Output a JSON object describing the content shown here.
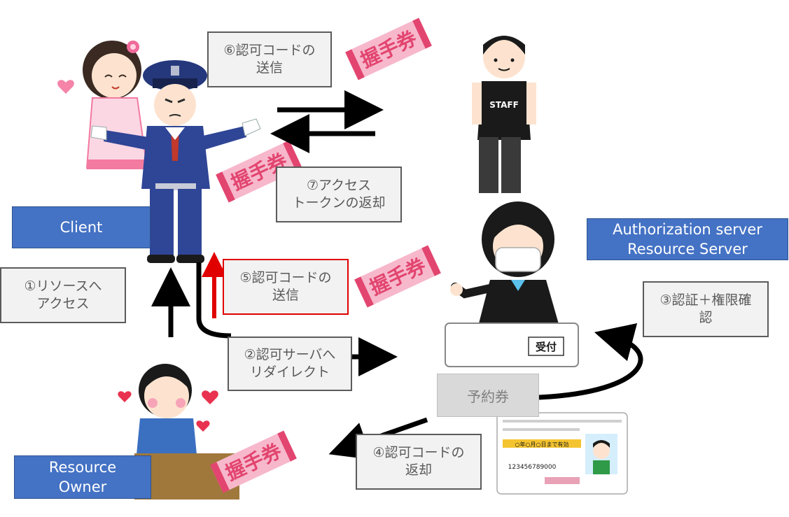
{
  "actors": {
    "client": "Client",
    "auth_server_line1": "Authorization server",
    "auth_server_line2": "Resource Server",
    "resource_owner_line1": "Resource",
    "resource_owner_line2": "Owner"
  },
  "steps": {
    "step1": "①リソースへ\nアクセス",
    "step2": "②認可サーバへ\nリダイレクト",
    "step3": "③認証＋権限確\n認",
    "step4": "④認可コードの\n返却",
    "step5": "⑤認可コードの\n送信",
    "step6": "⑥認可コードの\n送信",
    "step7": "⑦アクセス\nトークンの返却"
  },
  "items": {
    "reservation": "予約券",
    "ticket_text": "握手券",
    "staff_shirt": "STAFF",
    "reception_sign": "受付",
    "license_line": "○年○月○日まで有効",
    "license_number": "123456789000"
  },
  "colors": {
    "blue_box": "#4472c4",
    "step5_border": "#e00000",
    "ticket_pink": "#f7b8cc",
    "ticket_dark": "#e2456f"
  }
}
